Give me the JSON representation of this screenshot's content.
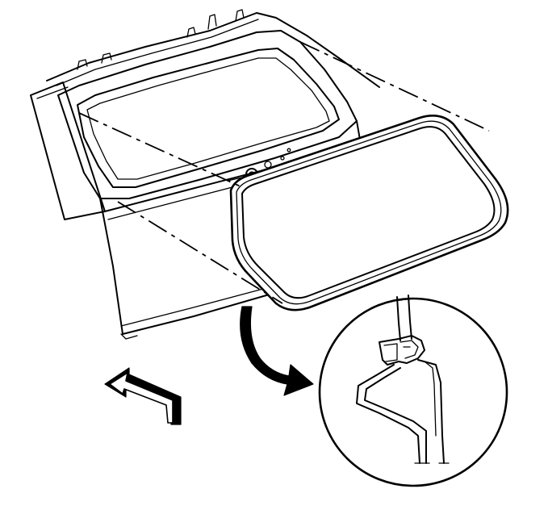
{
  "figure": {
    "parts": {
      "liftgate": "liftgate-panel",
      "weatherstrip": "liftgate-weatherstrip",
      "detail": "clip-detail-circle",
      "arrow_direction": "curved-arrow-icon",
      "arrow_front": "front-arrow-icon"
    },
    "colors": {
      "stroke": "#000000",
      "fill": "#ffffff",
      "arrow": "#000000"
    }
  }
}
